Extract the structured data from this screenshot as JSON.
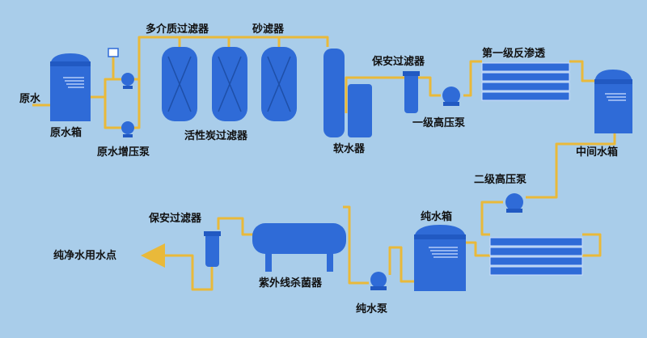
{
  "labels": {
    "raw_water": "原水",
    "raw_water_tank": "原水箱",
    "raw_water_pump": "原水增压泵",
    "multimedia_filter": "多介质过滤器",
    "activated_carbon_filter": "活性炭过滤器",
    "sand_filter": "砂滤器",
    "softener": "软水器",
    "security_filter_1": "保安过滤器",
    "first_stage_ro": "第一级反渗透",
    "first_high_pressure_pump": "一级高压泵",
    "intermediate_tank": "中间水箱",
    "second_high_pressure_pump": "二级高压泵",
    "pure_water_tank": "纯水箱",
    "pure_water_pump": "纯水泵",
    "uv_sterilizer": "紫外线杀菌器",
    "security_filter_2": "保安过滤器",
    "use_point": "纯净水用水点"
  },
  "colors": {
    "background": "#a9cdea",
    "equipment": "#2f6bd7",
    "pipe": "#e9b93a"
  }
}
